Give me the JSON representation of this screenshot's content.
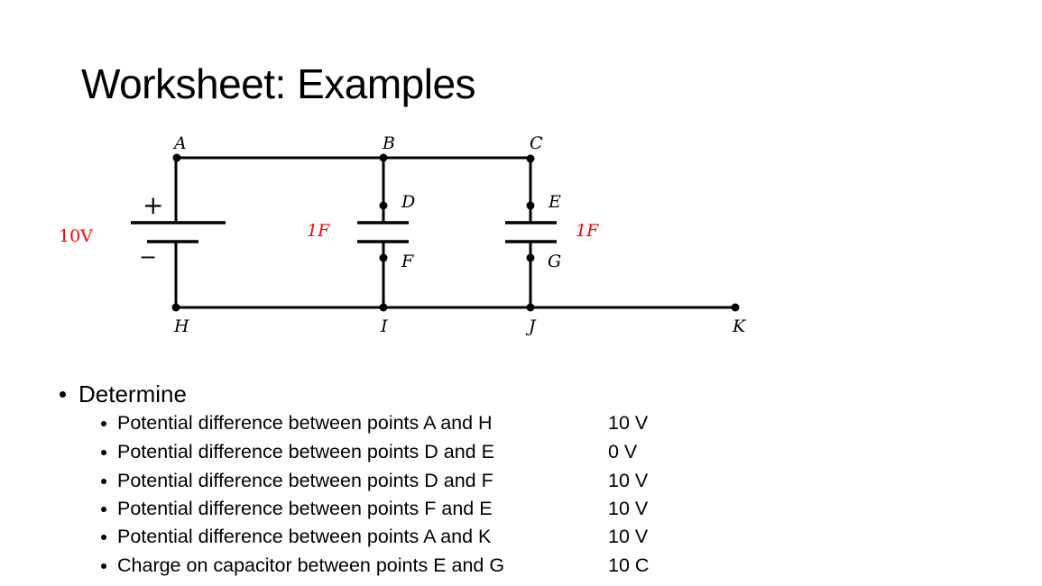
{
  "slide": {
    "title": "Worksheet: Examples"
  },
  "circuit": {
    "nodes": {
      "A": "A",
      "B": "B",
      "C": "C",
      "D": "D",
      "E": "E",
      "F": "F",
      "G": "G",
      "H": "H",
      "I": "I",
      "J": "J",
      "K": "K"
    },
    "battery": {
      "voltage": "10V",
      "plus": "+",
      "minus": "−"
    },
    "capacitor1": {
      "value": "1F"
    },
    "capacitor2": {
      "value": "1F"
    }
  },
  "questions": {
    "heading": "Determine",
    "items": [
      {
        "text": "Potential difference between points A and H",
        "answer": "10 V"
      },
      {
        "text": "Potential difference between points D and E",
        "answer": "0 V"
      },
      {
        "text": "Potential difference between points D and F",
        "answer": "10 V"
      },
      {
        "text": "Potential difference between points F and E",
        "answer": "10 V"
      },
      {
        "text": "Potential difference between points A and K",
        "answer": "10 V"
      },
      {
        "text": "Charge on capacitor between points E and G",
        "answer": "10 C"
      }
    ]
  }
}
